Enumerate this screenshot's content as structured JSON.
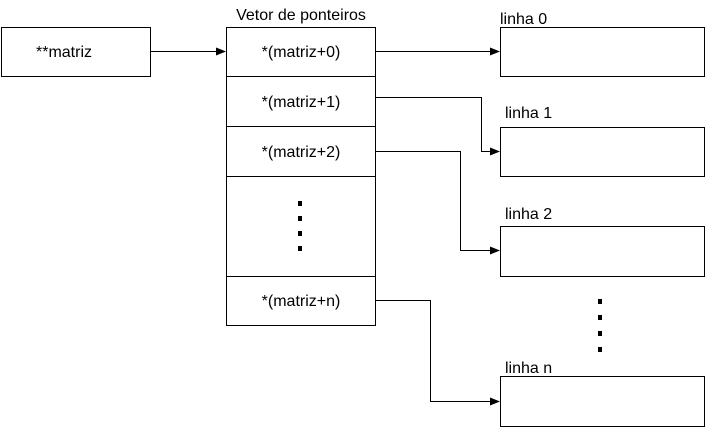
{
  "diagram": {
    "matrix_label": "**matriz",
    "vector_title": "Vetor de ponteiros",
    "pointers": [
      "*(matriz+0)",
      "*(matriz+1)",
      "*(matriz+2)",
      "*(matriz+n)"
    ],
    "rows": [
      "linha 0",
      "linha 1",
      "linha 2",
      "linha n"
    ]
  }
}
